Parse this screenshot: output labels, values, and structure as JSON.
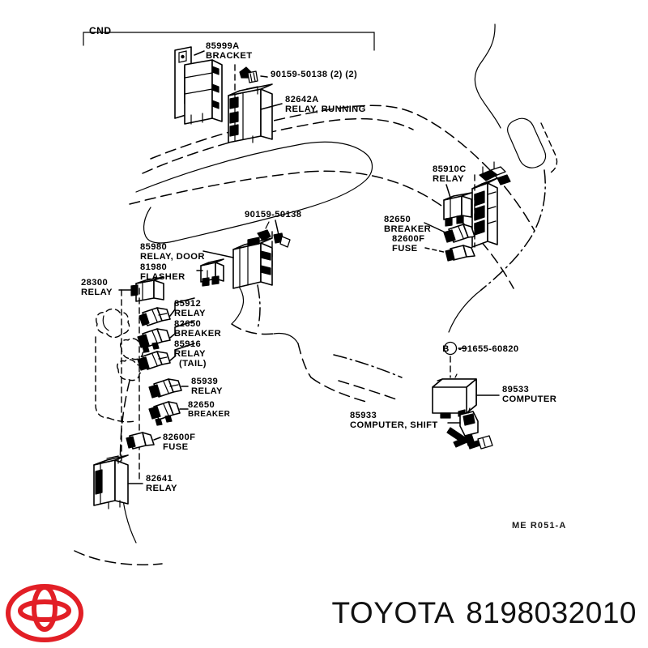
{
  "sheet": {
    "group_label": "CND",
    "sheet_code": "ME  R051-A",
    "background_color": "#ffffff",
    "line_color": "#000000"
  },
  "callouts": [
    {
      "id": "bracket-85999a",
      "number": "85999A",
      "desc": "BRACKET"
    },
    {
      "id": "bolt-90159-top",
      "number": "90159-50138 (2) (2)",
      "desc": ""
    },
    {
      "id": "relay-82642a",
      "number": "82642A",
      "desc": "RELAY, RUNNING"
    },
    {
      "id": "bolt-90159-mid",
      "number": "90159-50138",
      "desc": ""
    },
    {
      "id": "relay-85910c",
      "number": "85910C",
      "desc": "RELAY"
    },
    {
      "id": "breaker-82650-r",
      "number": "82650",
      "desc": "BREAKER"
    },
    {
      "id": "fuse-82600f-r",
      "number": "82600F",
      "desc": "FUSE"
    },
    {
      "id": "relay-85980",
      "number": "85980",
      "desc": "RELAY, DOOR"
    },
    {
      "id": "flasher-81980",
      "number": "81980",
      "desc": "FLASHER"
    },
    {
      "id": "relay-28300",
      "number": "28300",
      "desc": "RELAY"
    },
    {
      "id": "relay-85912",
      "number": "85912",
      "desc": "RELAY"
    },
    {
      "id": "breaker-82650-l",
      "number": "82650",
      "desc": "BREAKER"
    },
    {
      "id": "relay-85916",
      "number": "85916",
      "desc": "RELAY\n(TAIL)"
    },
    {
      "id": "relay-85939",
      "number": "85939",
      "desc": "RELAY"
    },
    {
      "id": "breaker-82650-l2",
      "number": "82650",
      "desc": "BREAKER"
    },
    {
      "id": "fuse-82600f-l",
      "number": "82600F",
      "desc": "FUSE"
    },
    {
      "id": "relay-82641",
      "number": "82641",
      "desc": "RELAY"
    },
    {
      "id": "screw-91655",
      "number": "-91655-60820",
      "desc": "",
      "prefix_badge": "B"
    },
    {
      "id": "computer-89533",
      "number": "89533",
      "desc": "COMPUTER"
    },
    {
      "id": "computer-85933",
      "number": "85933",
      "desc": "COMPUTER, SHIFT"
    }
  ],
  "labels": {
    "bracket_num": "85999A",
    "bracket_desc": "BRACKET",
    "bolt_top": "90159-50138 (2) (2)",
    "relay_running_num": "82642A",
    "relay_running_desc": "RELAY, RUNNING",
    "bolt_mid": "90159-50138",
    "relay_85910c_num": "85910C",
    "relay_85910c_desc": "RELAY",
    "breaker_r_num": "82650",
    "breaker_r_desc": "BREAKER",
    "fuse_r_num": "82600F",
    "fuse_r_desc": "FUSE",
    "relay_door_num": "85980",
    "relay_door_desc": "RELAY, DOOR",
    "flasher_num": "81980",
    "flasher_desc": "FLASHER",
    "relay_28300_num": "28300",
    "relay_28300_desc": "RELAY",
    "relay_85912_num": "85912",
    "relay_85912_desc": "RELAY",
    "breaker_l_num": "82650",
    "breaker_l_desc": "BREAKER",
    "relay_85916_num": "85916",
    "relay_85916_desc": "RELAY",
    "relay_85916_desc2": "(TAIL)",
    "relay_85939_num": "85939",
    "relay_85939_desc": "RELAY",
    "breaker_l2_num": "82650",
    "breaker_l2_desc": "BREAKER",
    "fuse_l_num": "82600F",
    "fuse_l_desc": "FUSE",
    "relay_82641_num": "82641",
    "relay_82641_desc": "RELAY",
    "screw_badge": "B",
    "screw_num": "-91655-60820",
    "computer_89533_num": "89533",
    "computer_89533_desc": "COMPUTER",
    "computer_85933_num": "85933",
    "computer_85933_desc": "COMPUTER, SHIFT"
  },
  "footer": {
    "brand": "TOYOTA",
    "part_number": "8198032010",
    "logo_name": "toyota-emblem",
    "logo_color": "#e21f26"
  }
}
